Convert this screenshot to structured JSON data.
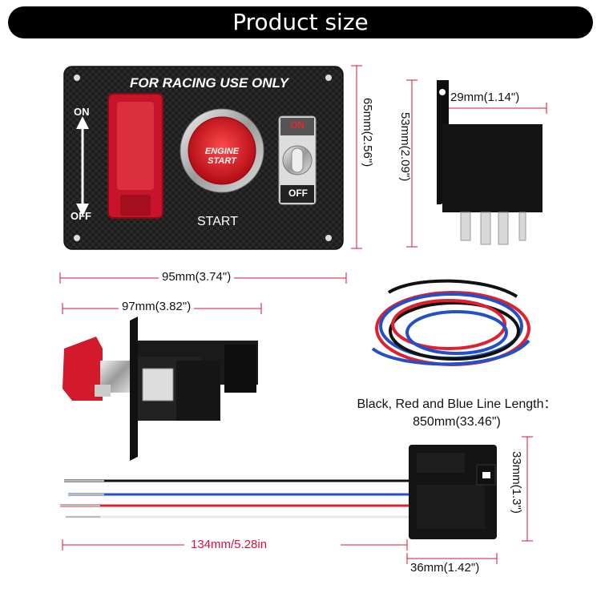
{
  "header": {
    "title": "Product size"
  },
  "panel": {
    "top_text": "FOR RACING USE ONLY",
    "on_label": "ON",
    "off_label": "OFF",
    "button_line1": "ENGINE",
    "button_line2": "START",
    "start_label": "START",
    "toggle_on": "ON",
    "toggle_off": "OFF",
    "height_dim": "65mm(2.56\")",
    "width_dim": "95mm(3.74\")"
  },
  "relay": {
    "width_dim": "29mm(1.14\")",
    "height_dim": "53mm(2.09\")"
  },
  "side_view": {
    "width_dim": "97mm(3.82\")"
  },
  "wires": {
    "caption_line1": "Black, Red and Blue Line Length：",
    "caption_line2": "850mm(33.46\")"
  },
  "socket": {
    "length_dim": "134mm/5.28in",
    "width_dim": "36mm(1.42\")",
    "height_dim": "33mm(1.3\")"
  },
  "colors": {
    "accent_red": "#d4143a",
    "banner": "#000000"
  }
}
